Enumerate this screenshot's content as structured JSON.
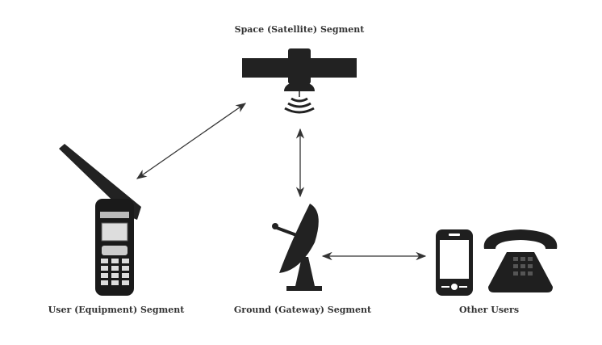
{
  "labels": {
    "space": "Space (Satellite) Segment",
    "user": "User (Equipment) Segment",
    "ground": "Ground (Gateway) Segment",
    "other": "Other Users"
  },
  "colors": {
    "icon": "#222222",
    "text": "#333333",
    "arrow": "#333333"
  }
}
